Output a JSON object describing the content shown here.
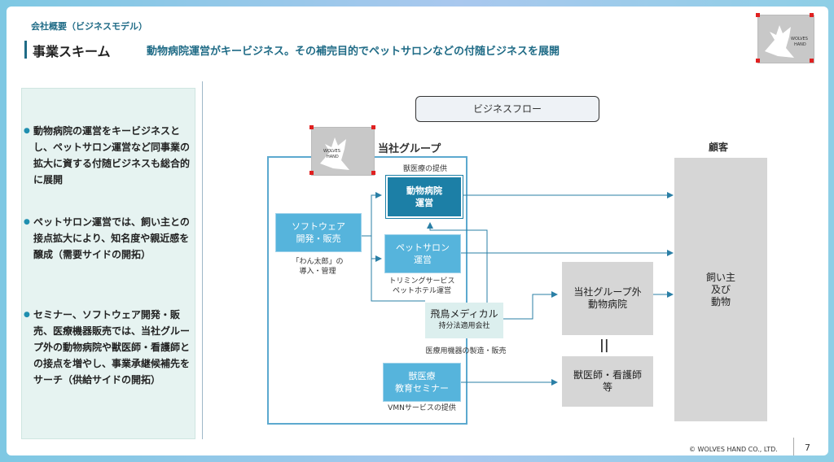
{
  "header": {
    "section": "会社概要（ビジネスモデル）",
    "title": "事業スキーム",
    "subtitle": "動物病院運営がキービジネス。その補完目的でペットサロンなどの付随ビジネスを展開"
  },
  "logo": {
    "line1": "WOLVES",
    "line2": "HAND"
  },
  "bullets": [
    "動物病院の運営をキービジネスとし、ペットサロン運営など同事業の拡大に資する付随ビジネスも総合的に展開",
    "ペットサロン運営では、飼い主との接点拡大により、知名度や親近感を醸成（需要サイドの開拓）",
    "セミナー、ソフトウェア開発・販売、医療機器販売では、当社グループ外の動物病院や獣医師・看護師との接点を増やし、事業承継候補先をサーチ（供給サイドの開拓）"
  ],
  "flow": {
    "label": "ビジネスフロー",
    "group_title": "当社グループ",
    "customer_title": "顧客",
    "software": {
      "line1": "ソフトウェア",
      "line2": "開発・販売"
    },
    "software_caption": {
      "line1": "「わん太郎」の",
      "line2": "導入・管理"
    },
    "hospital_caption": "獣医療の提供",
    "hospital": {
      "line1": "動物病院",
      "line2": "運営"
    },
    "salon": {
      "line1": "ペットサロン",
      "line2": "運営"
    },
    "salon_caption": {
      "line1": "トリミングサービス",
      "line2": "ペットホテル運営"
    },
    "medical": {
      "line1": "飛鳥メディカル",
      "line2": "持分法適用会社"
    },
    "medical_caption": "医療用機器の製造・販売",
    "seminar": {
      "line1": "獣医療",
      "line2": "教育セミナー"
    },
    "seminar_caption": "VMNサービスの提供",
    "external_hospital": {
      "line1": "当社グループ外",
      "line2": "動物病院"
    },
    "equals": "||",
    "vets": {
      "line1": "獣医師・看護師",
      "line2": "等"
    },
    "customers": {
      "line1": "飼い主",
      "line2": "及び",
      "line3": "動物"
    }
  },
  "colors": {
    "accent": "#1f6b86",
    "arrow": "#2a7fa6",
    "frame": "#5ca9cf"
  },
  "footer": {
    "copyright": "© WOLVES HAND CO., LTD.",
    "page": "7"
  }
}
